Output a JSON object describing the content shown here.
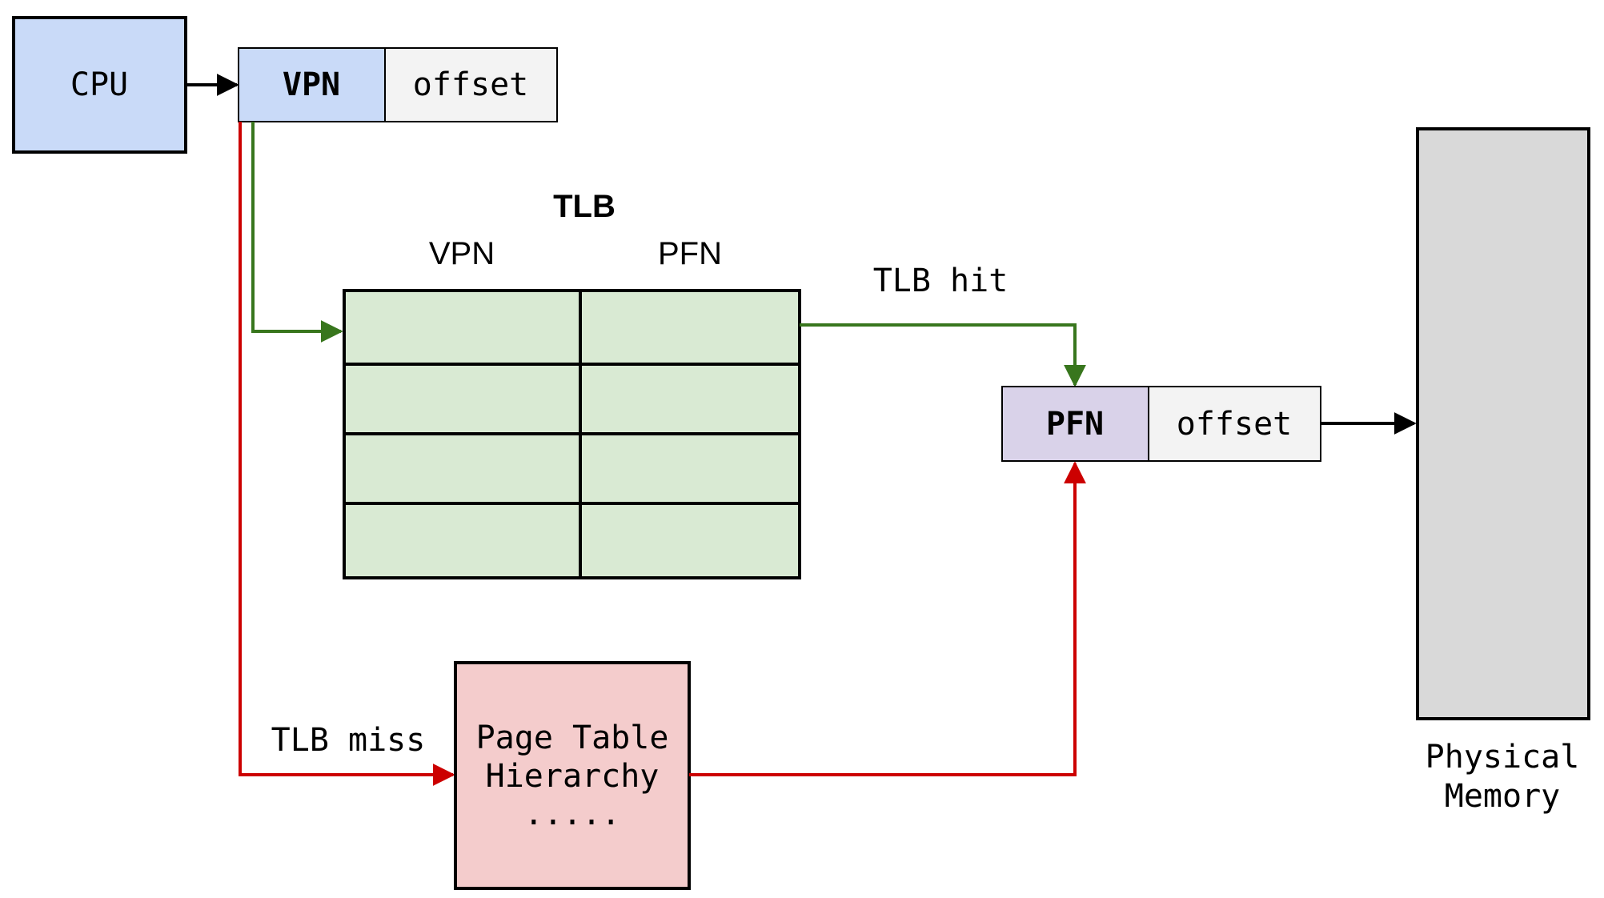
{
  "cpu": {
    "label": "CPU"
  },
  "virtual_address": {
    "vpn_label": "VPN",
    "offset_label": "offset"
  },
  "tlb": {
    "title": "TLB",
    "col_vpn": "VPN",
    "col_pfn": "PFN",
    "rows": 4
  },
  "tlb_hit_label": "TLB hit",
  "tlb_miss_label": "TLB miss",
  "page_table": {
    "line1": "Page Table",
    "line2": "Hierarchy",
    "line3": "....."
  },
  "physical_address": {
    "pfn_label": "PFN",
    "offset_label": "offset"
  },
  "physical_memory": {
    "line1": "Physical",
    "line2": "Memory"
  },
  "colors": {
    "cpu_fill": "#c9daf8",
    "vpn_fill": "#c9daf8",
    "offset_fill": "#f3f3f3",
    "tlb_fill": "#d9ead3",
    "pfn_fill": "#d9d2e9",
    "page_table_fill": "#f4cccc",
    "memory_fill": "#d9d9d9",
    "hit_arrow": "#38761d",
    "miss_arrow": "#cc0000",
    "black_arrow": "#000000"
  }
}
